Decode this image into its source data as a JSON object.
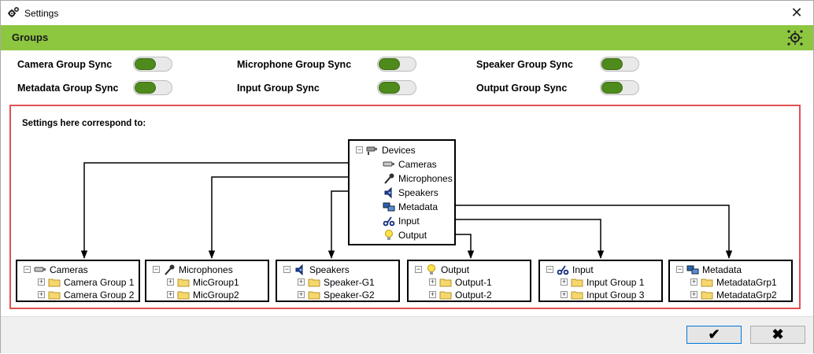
{
  "window": {
    "title": "Settings",
    "close_glyph": "✕"
  },
  "header": {
    "title": "Groups",
    "icon": "network-settings-icon",
    "accent_color": "#8dc63f"
  },
  "sync_toggles": [
    {
      "label": "Camera Group Sync",
      "on": true
    },
    {
      "label": "Microphone Group Sync",
      "on": true
    },
    {
      "label": "Speaker Group Sync",
      "on": true
    },
    {
      "label": "Metadata Group Sync",
      "on": true
    },
    {
      "label": "Input Group Sync",
      "on": true
    },
    {
      "label": "Output Group Sync",
      "on": true
    }
  ],
  "diagram": {
    "caption": "Settings here correspond to:",
    "source_tree": {
      "root": "Devices",
      "children": [
        "Cameras",
        "Microphones",
        "Speakers",
        "Metadata",
        "Input",
        "Output"
      ]
    },
    "target_trees": [
      {
        "root": "Cameras",
        "icon": "camera-icon",
        "children": [
          "Camera Group 1",
          "Camera Group 2"
        ]
      },
      {
        "root": "Microphones",
        "icon": "microphone-icon",
        "children": [
          "MicGroup1",
          "MicGroup2"
        ]
      },
      {
        "root": "Speakers",
        "icon": "speaker-icon",
        "children": [
          "Speaker-G1",
          "Speaker-G2"
        ]
      },
      {
        "root": "Output",
        "icon": "lightbulb-icon",
        "children": [
          "Output-1",
          "Output-2"
        ]
      },
      {
        "root": "Input",
        "icon": "input-icon",
        "children": [
          "Input Group 1",
          "Input Group 3"
        ]
      },
      {
        "root": "Metadata",
        "icon": "metadata-icon",
        "children": [
          "MetadataGrp1",
          "MetadataGrp2"
        ]
      }
    ]
  },
  "footer": {
    "ok_glyph": "✔",
    "cancel_glyph": "✖"
  }
}
